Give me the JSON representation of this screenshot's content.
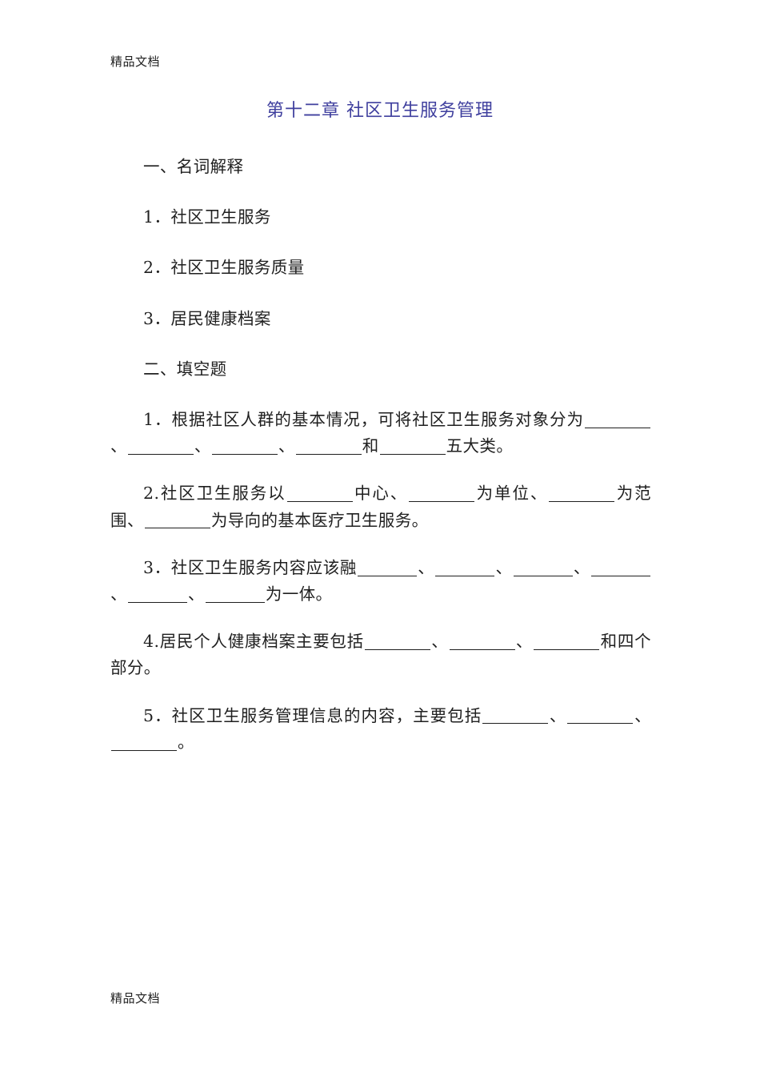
{
  "page": {
    "running_header": "精品文档",
    "running_footer": "精品文档",
    "title": "第十二章  社区卫生服务管理",
    "title_color": "#3f3f9e",
    "body_color": "#1f1f1f",
    "background_color": "#ffffff"
  },
  "sections": {
    "terms": {
      "heading": "一、名词解释",
      "items": [
        "1．社区卫生服务",
        "2．社区卫生服务质量",
        "3．居民健康档案"
      ]
    },
    "fill_in_blanks": {
      "heading": "二、填空题",
      "items": [
        {
          "number": "1．",
          "lead": "根据社区人群的基本情况，可将社区卫生服务对象分为",
          "parts": [
            "、",
            "、",
            "、",
            "和"
          ],
          "tail": "五大类。",
          "blank_count": 5
        },
        {
          "number": "2.",
          "lead": "社区卫生服务以",
          "parts": [
            "中心、",
            "为单位、",
            "为范围、"
          ],
          "tail": "为导向的基本医疗卫生服务。",
          "blank_count": 4
        },
        {
          "number": "3．",
          "lead": "社区卫生服务内容应该融",
          "parts": [
            "、",
            "、",
            "、",
            "、",
            "、"
          ],
          "tail": "为一体。",
          "blank_count": 6
        },
        {
          "number": "4.",
          "lead": "居民个人健康档案主要包括",
          "parts": [
            "、",
            "、"
          ],
          "tail": "和四个部分。",
          "blank_count": 3
        },
        {
          "number": "5．",
          "lead": "社区卫生服务管理信息的内容，主要包括",
          "parts": [
            "、",
            "、"
          ],
          "tail": "。",
          "blank_count": 3
        }
      ]
    }
  }
}
